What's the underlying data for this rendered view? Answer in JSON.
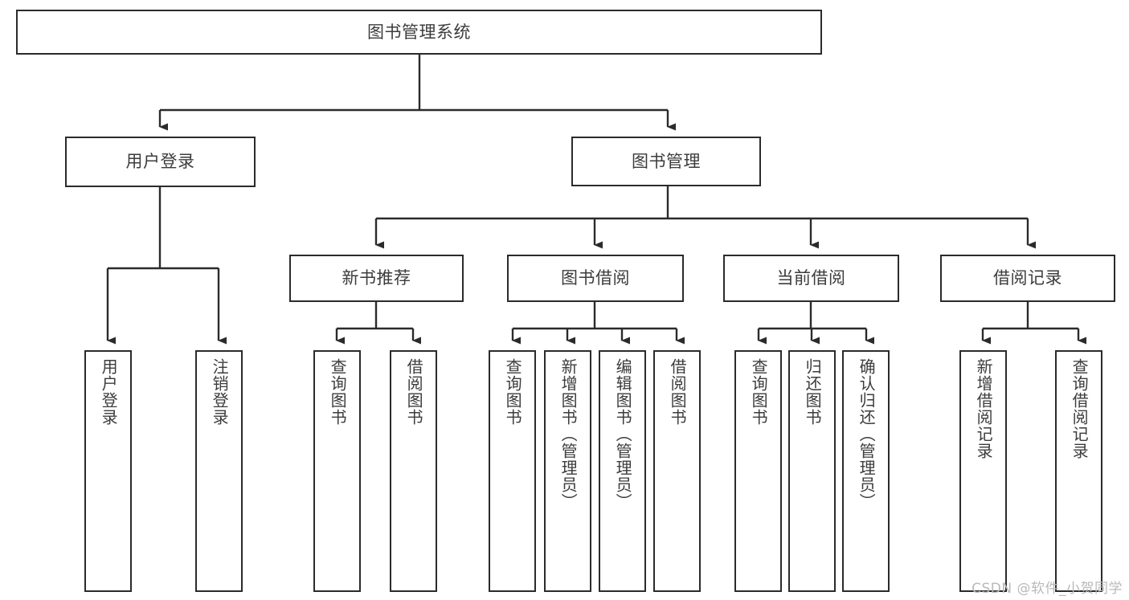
{
  "diagram": {
    "title": "图书管理系统",
    "type": "tree-hierarchy",
    "orientation": "top-down",
    "stroke_color": "#2b2b2b",
    "text_color": "#3c3c3c",
    "background_color": "#ffffff"
  },
  "nodes": {
    "root": {
      "label": "图书管理系统"
    },
    "level2": [
      {
        "label": "用户登录"
      },
      {
        "label": "图书管理"
      }
    ],
    "level3": [
      {
        "label": "新书推荐"
      },
      {
        "label": "图书借阅"
      },
      {
        "label": "当前借阅"
      },
      {
        "label": "借阅记录"
      }
    ],
    "leaves_user_login": [
      {
        "label": "用户登录"
      },
      {
        "label": "注销登录"
      }
    ],
    "leaves_new_book": [
      {
        "label": "查询图书"
      },
      {
        "label": "借阅图书"
      }
    ],
    "leaves_borrow": [
      {
        "label": "查询图书"
      },
      {
        "label": "新增图书（管理员）"
      },
      {
        "label": "编辑图书（管理员）"
      },
      {
        "label": "借阅图书"
      }
    ],
    "leaves_current": [
      {
        "label": "查询图书"
      },
      {
        "label": "归还图书"
      },
      {
        "label": "确认归还（管理员）"
      }
    ],
    "leaves_records": [
      {
        "label": "新增借阅记录"
      },
      {
        "label": "查询借阅记录"
      }
    ]
  },
  "watermark": {
    "text": "CSDN @软件_小贺同学"
  }
}
